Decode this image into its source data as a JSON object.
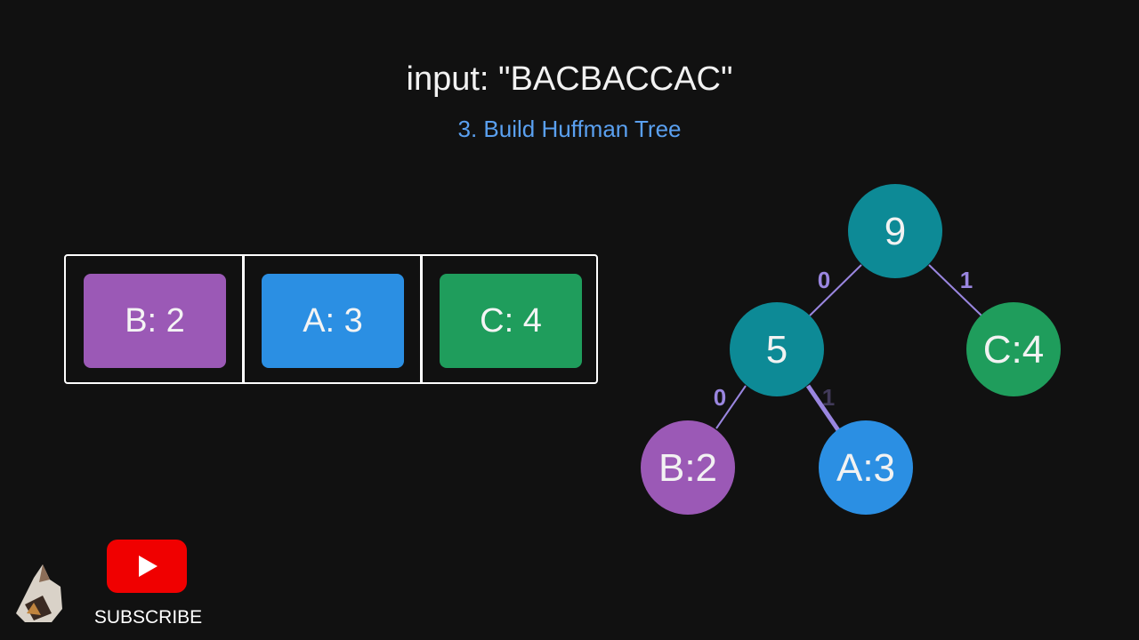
{
  "header": {
    "title": "input: \"BACBACCAC\"",
    "step": "3. Build Huffman Tree"
  },
  "queue": {
    "items": [
      {
        "label": "B: 2",
        "color": "#9b59b6"
      },
      {
        "label": "A: 3",
        "color": "#2b8fe3"
      },
      {
        "label": "C: 4",
        "color": "#1f9d5c"
      }
    ]
  },
  "tree": {
    "nodes": {
      "root": {
        "label": "9",
        "color": "#0d8a96"
      },
      "internal": {
        "label": "5",
        "color": "#0d8a96"
      },
      "c": {
        "label": "C:4",
        "color": "#1f9d5c"
      },
      "b": {
        "label": "B:2",
        "color": "#9b59b6"
      },
      "a": {
        "label": "A:3",
        "color": "#2b8fe3"
      }
    },
    "edge_labels": {
      "root_left": "0",
      "root_right": "1",
      "internal_left": "0",
      "internal_right": "1"
    },
    "edge_color": "#9a86e0"
  },
  "branding": {
    "subscribe": "SUBSCRIBE",
    "youtube_color": "#f00000"
  }
}
